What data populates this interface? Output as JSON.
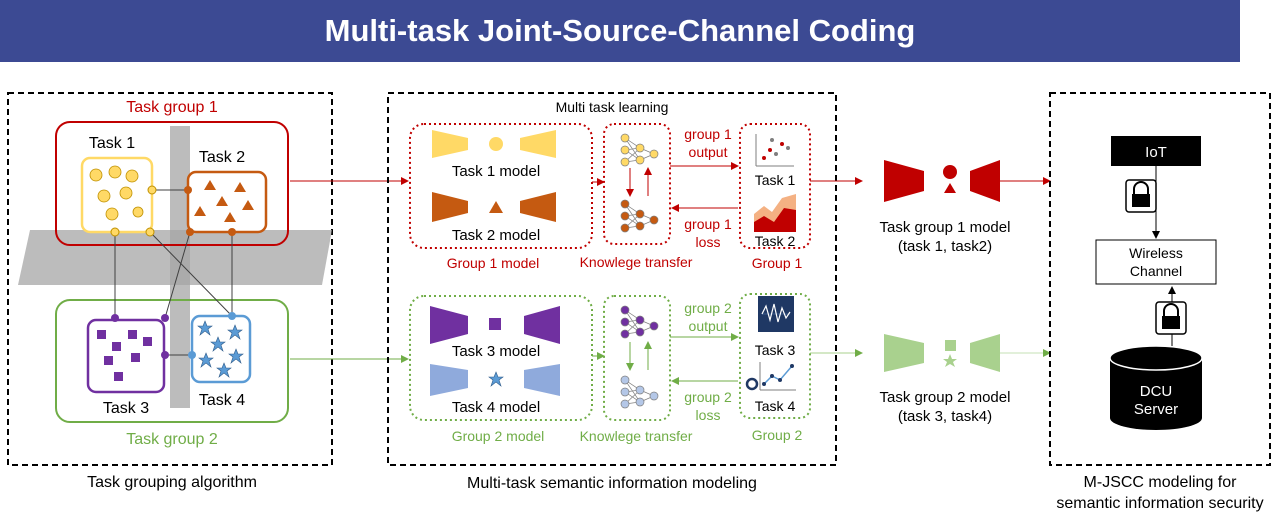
{
  "title": "Multi-task Joint-Source-Channel Coding",
  "panels": {
    "grouping_caption": "Task grouping algorithm",
    "mtl_caption": "Multi-task semantic information modeling",
    "security_caption_line1": "M-JSCC modeling for",
    "security_caption_line2": "semantic information security"
  },
  "grouping": {
    "group1_label": "Task group 1",
    "group2_label": "Task group 2",
    "task1": "Task 1",
    "task2": "Task 2",
    "task3": "Task 3",
    "task4": "Task 4"
  },
  "mtl": {
    "header": "Multi task learning",
    "task1_model": "Task 1 model",
    "task2_model": "Task 2 model",
    "task3_model": "Task 3 model",
    "task4_model": "Task 4 model",
    "group1_model": "Group 1 model",
    "group2_model": "Group 2 model",
    "knowledge_transfer": "Knowlege transfer",
    "g1_output": [
      "group 1",
      "output"
    ],
    "g1_loss": [
      "group 1",
      "loss"
    ],
    "g2_output": [
      "group 2",
      "output"
    ],
    "g2_loss": [
      "group 2",
      "loss"
    ],
    "out_task1": "Task 1",
    "out_task2": "Task 2",
    "out_task3": "Task 3",
    "out_task4": "Task 4",
    "out_group1": "Group 1",
    "out_group2": "Group 2"
  },
  "models": {
    "g1_line1": "Task group 1 model",
    "g1_line2": "(task 1, task2)",
    "g2_line1": "Task group 2 model",
    "g2_line2": "(task 3, task4)"
  },
  "security": {
    "iot": "IoT",
    "channel_line1": "Wireless",
    "channel_line2": "Channel",
    "dcu_line1": "DCU",
    "dcu_line2": "Server"
  },
  "icons": [
    "lock-icon",
    "neural-network-icon",
    "scatter-plot-icon",
    "area-chart-icon",
    "waveform-icon",
    "line-chart-icon"
  ],
  "colors": {
    "banner": "#3c4a93",
    "group1": "#c00000",
    "group2": "#70ad47",
    "task1": "#ffd966",
    "task2": "#c55a11",
    "task3": "#7030a0",
    "task4": "#5b9bd5"
  }
}
